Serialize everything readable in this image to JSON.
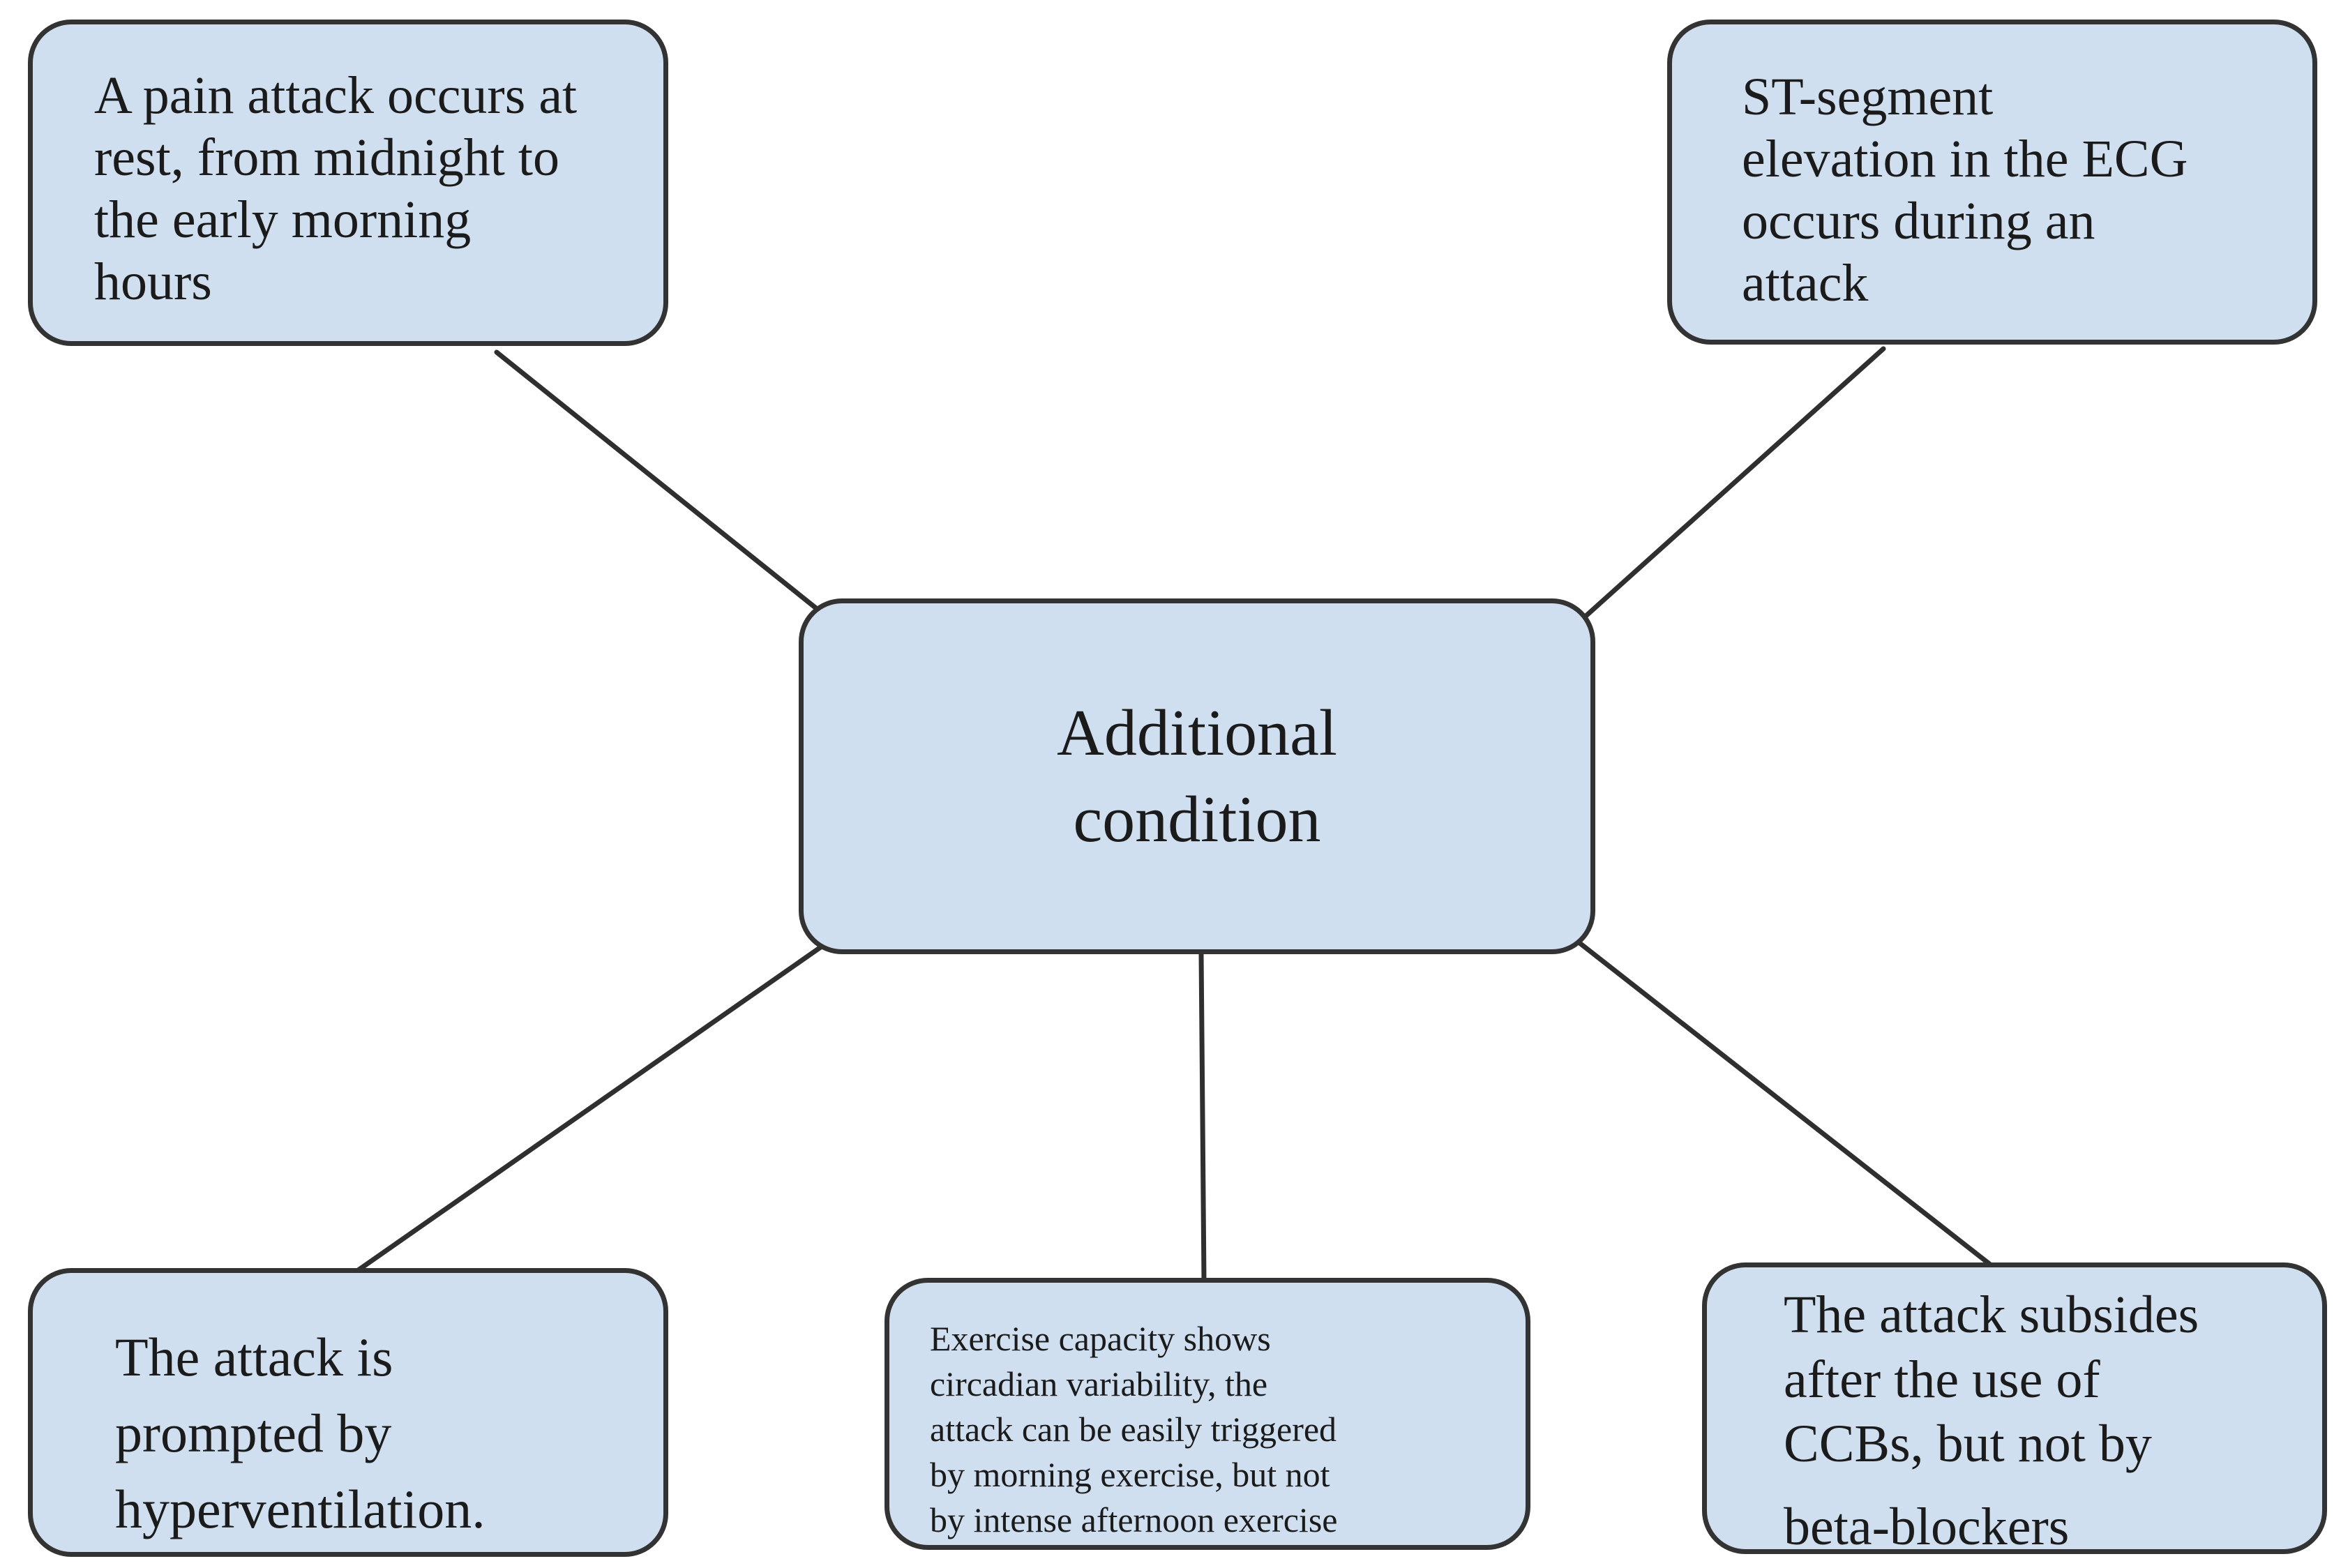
{
  "diagram": {
    "colors": {
      "background": "#ffffff",
      "node_fill": "#cfdfef",
      "node_border": "#333333",
      "connector": "#2f2f2f",
      "text": "#1b1b1b"
    },
    "center_node": {
      "lines": [
        "Additional",
        "condition"
      ]
    },
    "nodes": [
      {
        "id": "pain-attack-at-rest",
        "lines": [
          "A pain attack occurs at",
          "rest, from midnight to",
          "the early morning",
          "hours"
        ]
      },
      {
        "id": "st-segment-elevation",
        "lines": [
          "ST-segment",
          "elevation in the ECG",
          "occurs during an",
          "attack"
        ]
      },
      {
        "id": "hyperventilation",
        "lines": [
          "The attack is",
          "prompted by",
          "hyperventilation."
        ]
      },
      {
        "id": "exercise-circadian-variability",
        "lines": [
          "Exercise capacity shows",
          "circadian variability, the",
          "attack can be easily triggered",
          "by morning exercise, but not",
          "by intense afternoon exercise"
        ]
      },
      {
        "id": "ccb-response",
        "lines": [
          "The attack subsides",
          "after the use of",
          "CCBs, but not by",
          "beta-blockers"
        ]
      }
    ]
  }
}
